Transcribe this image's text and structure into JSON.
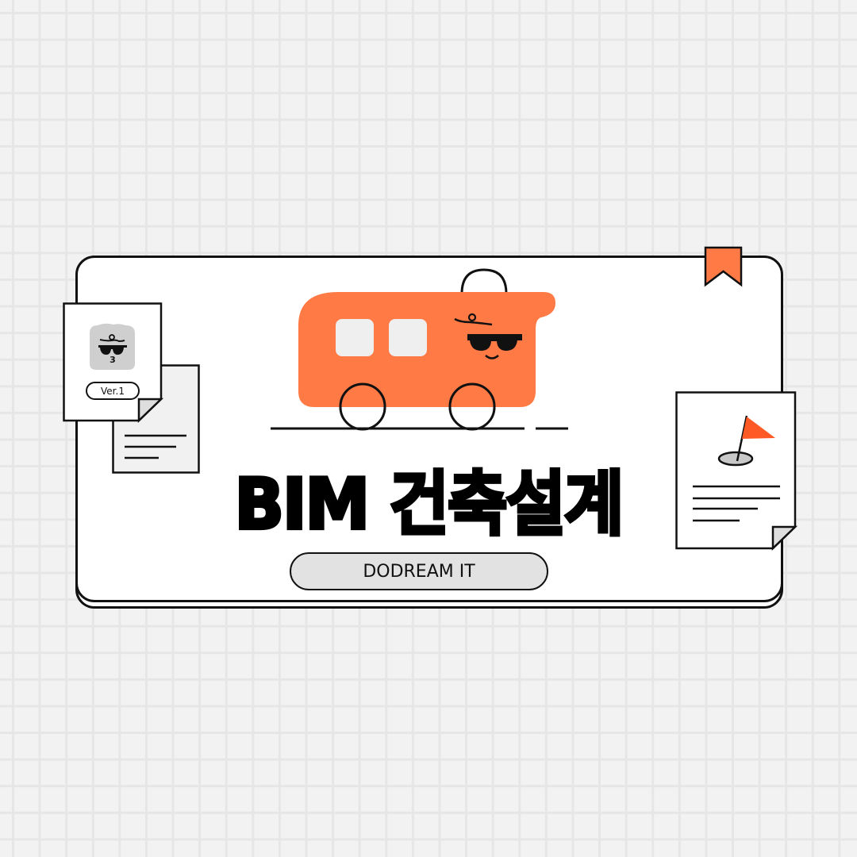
{
  "card": {
    "title": "BIM 건축설계",
    "subtitle_pill": "DODREAM IT"
  },
  "left_document": {
    "version_label": "Ver.1",
    "avatar_caption": "3"
  },
  "illustration": {
    "subject": "orange bus with sunglasses and cap",
    "bus_color": "#ff7a45"
  },
  "colors": {
    "background": "#f2f2f2",
    "grid_line": "#e6e6e6",
    "accent_orange": "#ff7a45",
    "flag_orange": "#ff5a26",
    "outline": "#111111",
    "pill_fill": "#e2e2e2"
  },
  "icons": [
    "bookmark-icon",
    "flag-icon",
    "document-icon",
    "avatar-sunglasses-icon"
  ]
}
